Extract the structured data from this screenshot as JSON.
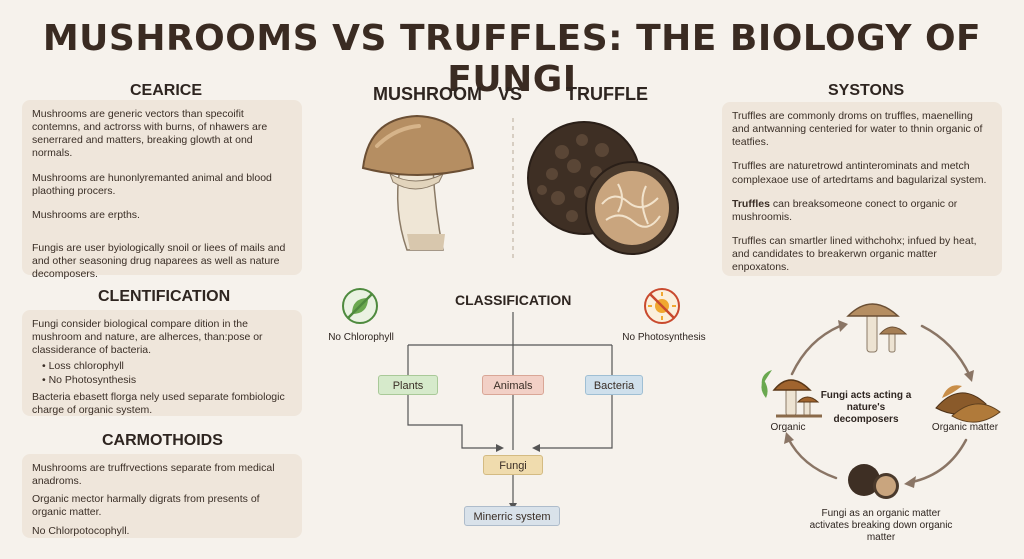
{
  "title": "MUSHROOMS VS TRUFFLES: THE BIOLOGY OF FUNGI",
  "left": {
    "section1": {
      "heading": "CEARICE",
      "paragraphs": [
        "Mushrooms are generic vectors than specoifit contemns, and actrorss with burns, of nhawers are senerrared and matters, breaking glowth at ond normals.",
        "Mushrooms are hunonlyremanted animal and blood plaothing procers.",
        "Mushrooms are erpths.",
        "Fungis are user byiologically snoil or liees of mails and and other seasoning drug naparees as well as nature decomposers."
      ]
    },
    "section2": {
      "heading": "CLENTIFICATION",
      "intro": "Fungi consider biological compare dition in the mushroom and nature, are alherces, than:pose or classiderance of bacteria.",
      "bullets": [
        "Loss chlorophyll",
        "No Photosynthesis"
      ],
      "outro": "Bacteria ebasett florga nely used separate fombiologic charge of organic system."
    },
    "section3": {
      "heading": "CARMOTHOIDS",
      "paragraphs": [
        "Mushrooms are truffrvections separate from medical anadroms.",
        "Organic mector harmally digrats from presents of organic matter.",
        "No Chlorpotocophyll."
      ]
    }
  },
  "center": {
    "mushroom_label": "MUSHROOM",
    "vs_label": "VS",
    "truffle_label": "TRUFFLE",
    "classification": {
      "title": "CLASSIFICATION",
      "no_chlorophyll": "No Chlorophyll",
      "no_photosynthesis": "No Photosynthesis",
      "plants": "Plants",
      "animals": "Animals",
      "bacteria": "Bacteria",
      "fungi": "Fungi",
      "system": "Minerric system"
    }
  },
  "right": {
    "section": {
      "heading": "SYSTONS",
      "paragraphs": [
        "Truffles are commonly droms on truffles, maenelling and antwanning centeried for water to thnin organic of teatfies.",
        "Truffles are naturetrowd antinterominats and metch complexaoe use of artedrtams and bagularizal system.",
        "can breaksomeone conect to organic or mushroomis.",
        "Truffles can smartler lined withchohx; infued by heat, and candidates to breakerwn organic matter enpoxatons."
      ],
      "bold_word": "Truffles"
    },
    "cycle": {
      "center_text": "Fungi acts acting a nature's decomposers",
      "organic": "Organic",
      "organic_matter": "Organic matter",
      "bottom_text": "Fungi as an organic matter activates breaking down organic matter"
    }
  },
  "colors": {
    "background": "#f6f2ec",
    "card": "#efe6db",
    "plants": "#d6eacb",
    "animals": "#f2d0c6",
    "bacteria": "#cfe0ec",
    "fungi": "#f0dcae",
    "system": "#d9e2ea"
  }
}
